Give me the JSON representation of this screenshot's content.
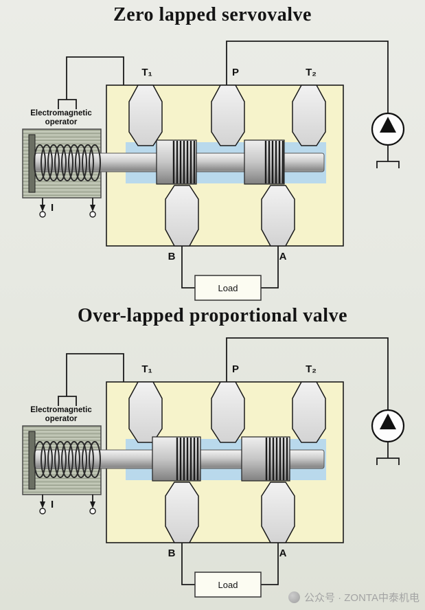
{
  "diagrams": [
    {
      "title": "Zero lapped servovalve",
      "operator": {
        "line1": "Electromagnetic",
        "line2": "operator",
        "current": "I"
      },
      "ports": {
        "t1": "T₁",
        "p": "P",
        "t2": "T₂",
        "b": "B",
        "a": "A"
      },
      "load": "Load"
    },
    {
      "title": "Over-lapped proportional valve",
      "operator": {
        "line1": "Electromagnetic",
        "line2": "operator",
        "current": "I"
      },
      "ports": {
        "t1": "T₁",
        "p": "P",
        "t2": "T₂",
        "b": "B",
        "a": "A"
      },
      "load": "Load"
    }
  ],
  "watermark": {
    "icon": "wechat-account-logo",
    "text": "公众号 · ZONTA中泰机电"
  },
  "colors": {
    "valve_body": "#f6f3cb",
    "fluid": "#b9d9ec",
    "line": "#1a1a1a"
  }
}
